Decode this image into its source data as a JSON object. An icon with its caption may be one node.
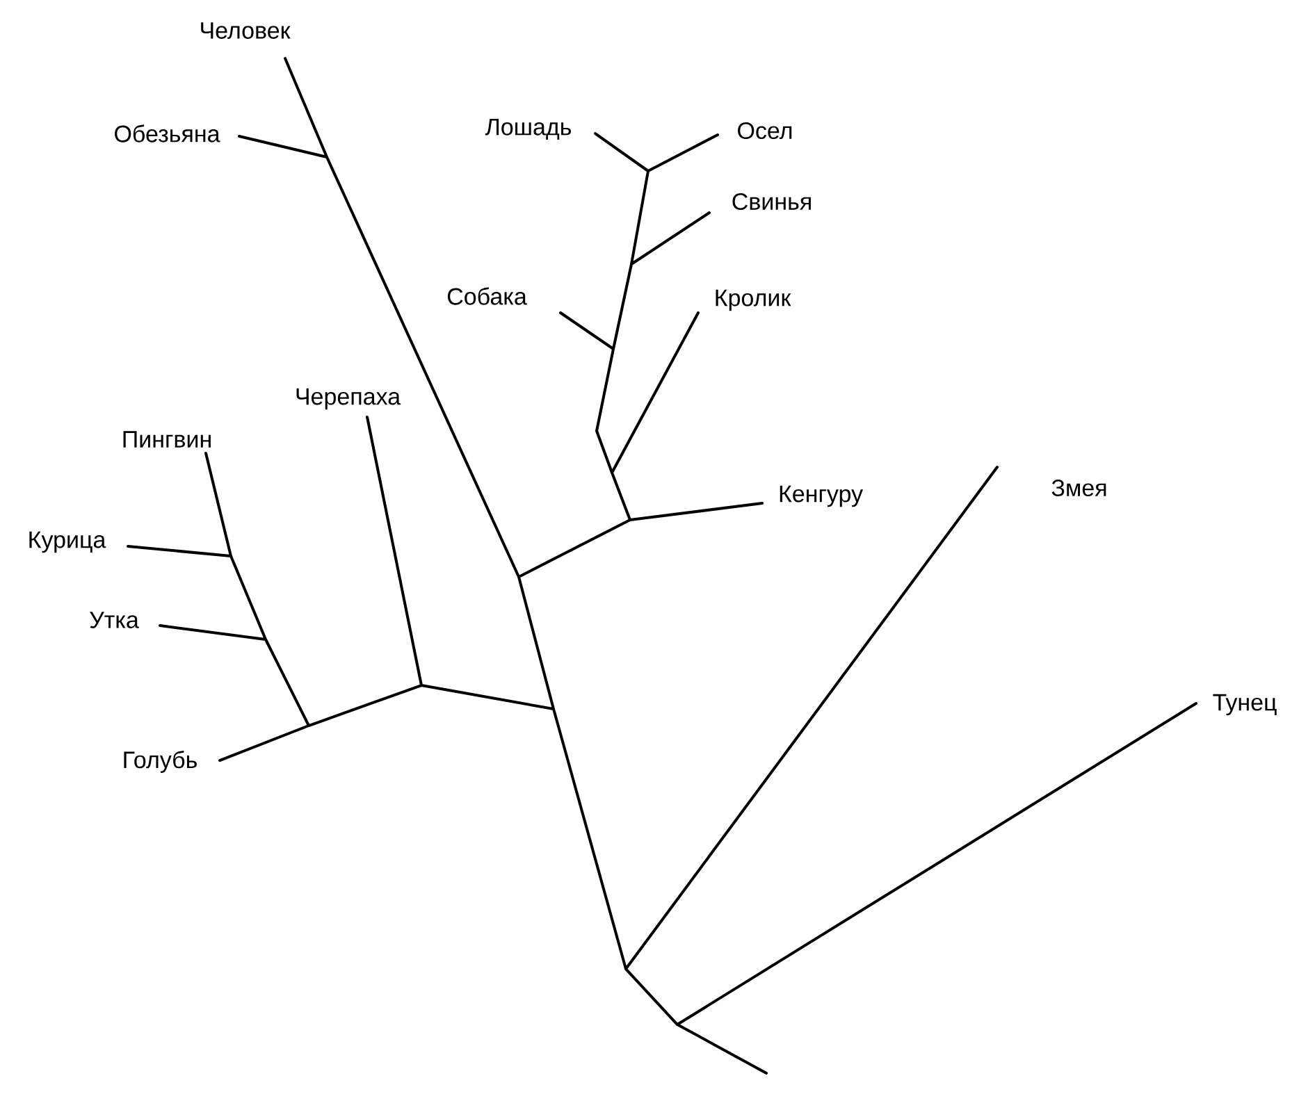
{
  "diagram": {
    "labels": [
      "Человек",
      "Обезьяна",
      "Лошадь",
      "Осел",
      "Свинья",
      "Собака",
      "Кролик",
      "Черепаха",
      "Пингвин",
      "Змея",
      "Кенгуру",
      "Курица",
      "Утка",
      "Тунец",
      "Голубь"
    ]
  }
}
